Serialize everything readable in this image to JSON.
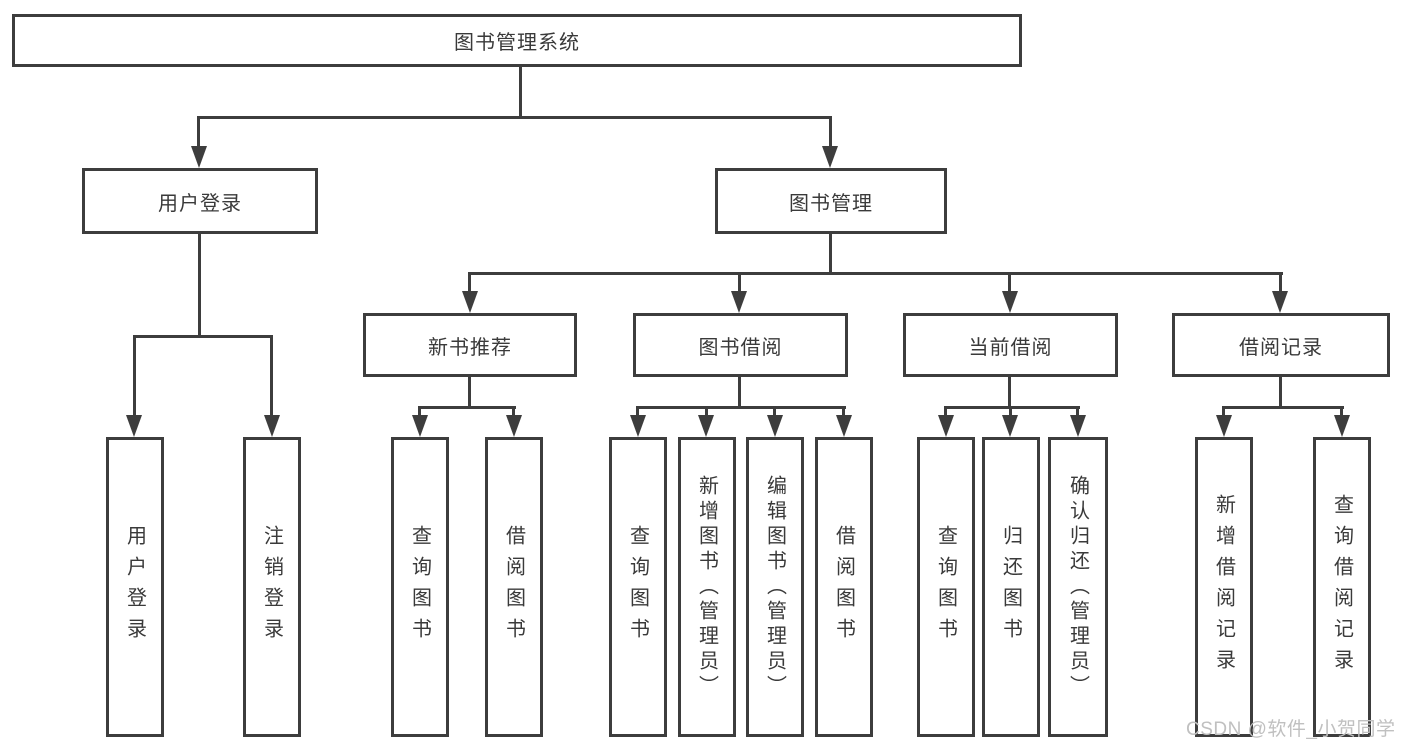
{
  "diagram": {
    "root": {
      "label": "图书管理系统"
    },
    "branches": {
      "user_login": {
        "label": "用户登录",
        "children": [
          {
            "label": "用户登录"
          },
          {
            "label": "注销登录"
          }
        ]
      },
      "book_management": {
        "label": "图书管理",
        "children": {
          "new_book_recommendation": {
            "label": "新书推荐",
            "children": [
              {
                "label": "查询图书"
              },
              {
                "label": "借阅图书"
              }
            ]
          },
          "book_borrowing": {
            "label": "图书借阅",
            "children": [
              {
                "label": "查询图书"
              },
              {
                "label": "新增图书（管理员）"
              },
              {
                "label": "编辑图书（管理员）"
              },
              {
                "label": "借阅图书"
              }
            ]
          },
          "current_borrowing": {
            "label": "当前借阅",
            "children": [
              {
                "label": "查询图书"
              },
              {
                "label": "归还图书"
              },
              {
                "label": "确认归还（管理员）"
              }
            ]
          },
          "borrowing_records": {
            "label": "借阅记录",
            "children": [
              {
                "label": "新增借阅记录"
              },
              {
                "label": "查询借阅记录"
              }
            ]
          }
        }
      }
    }
  },
  "watermark": {
    "text": "CSDN @软件_小贺同学"
  },
  "colors": {
    "line": "#3d3d3d",
    "text": "#3a3a3a",
    "watermark": "#c0c0c0",
    "background": "#ffffff"
  }
}
